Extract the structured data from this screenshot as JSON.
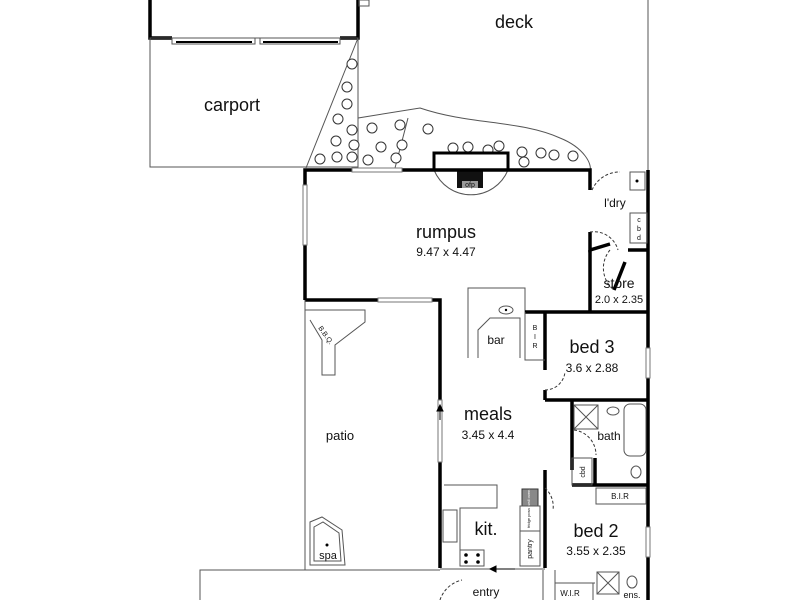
{
  "rooms": {
    "deck": "deck",
    "carport": "carport",
    "rumpus": {
      "name": "rumpus",
      "dims": "9.47 x 4.47"
    },
    "ldry": "l'dry",
    "cbd_ldry": [
      "c",
      "b",
      "d"
    ],
    "store": {
      "name": "store",
      "dims": "2.0 x 2.35"
    },
    "ofp": "ofp",
    "bbq": "B.B.Q.",
    "patio": "patio",
    "spa": "spa",
    "bar": "bar",
    "bir_bed3": [
      "B",
      "I",
      "R"
    ],
    "bed3": {
      "name": "bed 3",
      "dims": "3.6 x 2.88"
    },
    "meals": {
      "name": "meals",
      "dims": "3.45 x 4.4"
    },
    "bath": "bath",
    "cbd": "cbd",
    "bir_bed2": "B.I.R",
    "bed2": {
      "name": "bed 2",
      "dims": "3.55 x 2.35"
    },
    "kit": "kit.",
    "wall_oven": "wall oven",
    "fridge": "fridge posn",
    "pantry": "pantry",
    "entry": "entry",
    "wir": "W.I.R",
    "ens": "ens."
  }
}
